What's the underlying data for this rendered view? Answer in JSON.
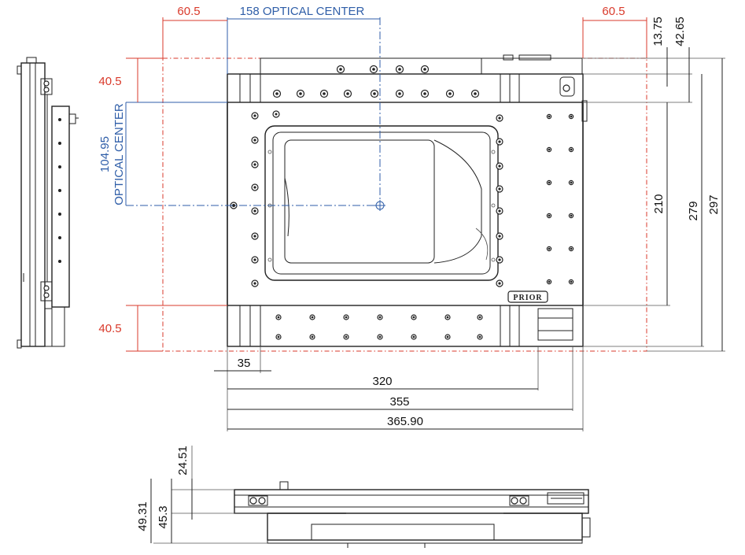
{
  "drawing": {
    "logo_text": "PRIOR",
    "colors": {
      "outline": "#222222",
      "hard_limit": "#d93a2b",
      "optical_center": "#2f5ea8"
    },
    "dimensions": {
      "left_margin_top": "60.5",
      "optical_center_x": "158 OPTICAL CENTER",
      "right_margin_top": "60.5",
      "offset_13_75": "13.75",
      "offset_42_65": "42.65",
      "margin_top_left": "40.5",
      "optical_center_y_value": "104.95",
      "optical_center_y_label": "OPTICAL CENTER",
      "margin_bottom_left": "40.5",
      "height_210": "210",
      "height_279": "279",
      "height_297": "297",
      "width_35": "35",
      "width_320": "320",
      "width_355": "355",
      "width_365_90": "365.90",
      "side_24_51": "24.51",
      "side_45_3": "45.3",
      "side_49_31": "49.31"
    }
  }
}
